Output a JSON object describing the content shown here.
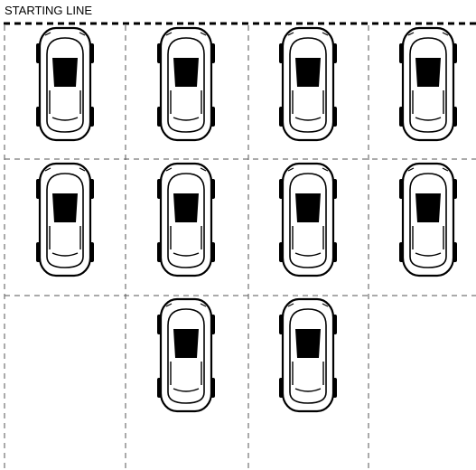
{
  "starting_line": {
    "label": "STARTING LINE"
  },
  "grid": {
    "columns": 4,
    "rows": 3
  },
  "cars": [
    {
      "row": 0,
      "col": 0
    },
    {
      "row": 0,
      "col": 1
    },
    {
      "row": 0,
      "col": 2
    },
    {
      "row": 0,
      "col": 3
    },
    {
      "row": 1,
      "col": 0
    },
    {
      "row": 1,
      "col": 1
    },
    {
      "row": 1,
      "col": 2
    },
    {
      "row": 1,
      "col": 3
    },
    {
      "row": 2,
      "col": 1
    },
    {
      "row": 2,
      "col": 2
    }
  ],
  "colors": {
    "line": "#000000",
    "grid": "#555555",
    "car_body": "#ffffff",
    "windshield": "#000000"
  },
  "icon": "race-car-top-view-icon"
}
